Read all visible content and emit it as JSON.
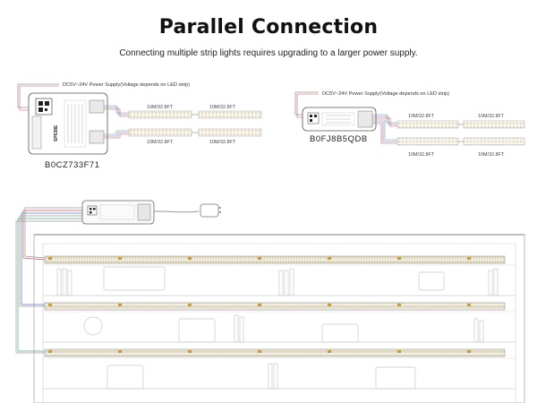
{
  "title": "Parallel Connection",
  "subtitle": "Connecting multiple strip lights requires upgrading to a larger power supply.",
  "diagram_left": {
    "power_label": "DC5V~24V Power Supply(Voltage depends on LED strip)",
    "controller_model": "SP538E",
    "controller_code": "B0CZ733F71",
    "strip_labels": [
      "10M/32.8FT",
      "10M/32.8FT",
      "10M/32.8FT",
      "10M/32.8FT"
    ]
  },
  "diagram_right": {
    "power_label": "DC5V~24V Power Supply(Voltage depends on LED strip)",
    "controller_code": "B0FJ8B5QDB",
    "strip_labels": [
      "10M/32.8FT",
      "10M/32.8FT",
      "10M/32.8FT",
      "10M/32.8FT"
    ]
  },
  "scene": {
    "description_icons": [
      "controller",
      "power-adapter",
      "shelving-unit",
      "led-strips"
    ]
  }
}
